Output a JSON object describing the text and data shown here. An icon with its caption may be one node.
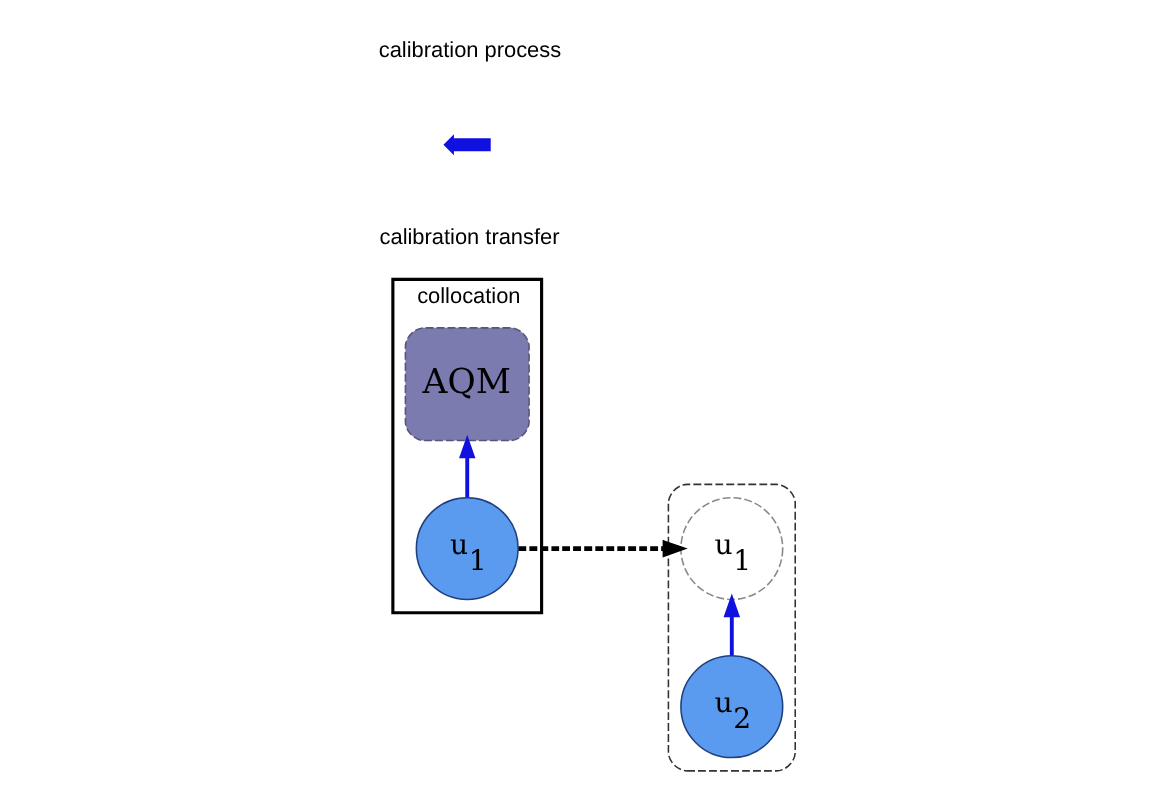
{
  "diagram": {
    "nodes": [
      {
        "text": [
          "collocation"
        ]
      },
      {
        "text": [
          "AQM"
        ],
        "in": 0
      },
      {
        "text": [
          "u$_{1}$"
        ],
        "in": 0
      },
      {
        "text": [],
        "shape": "box"
      },
      {
        "text": [
          "u$_{1}$"
        ],
        "in": 3
      },
      {
        "text": [
          "u$_{2}$"
        ],
        "in": 3
      }
    ],
    "edges": [
      {
        "from": 2,
        "to": 1,
        "arrow": "to"
      },
      {
        "from": 2,
        "to": 4,
        "arrow": "to",
        "style": "dashed",
        "color": "#000000"
      },
      {
        "from": 5,
        "to": 4,
        "arrow": "to"
      }
    ],
    "labels": [
      "calibration transfer"
    ],
    "legend": [
      {
        "text": "calibration process"
      }
    ]
  }
}
